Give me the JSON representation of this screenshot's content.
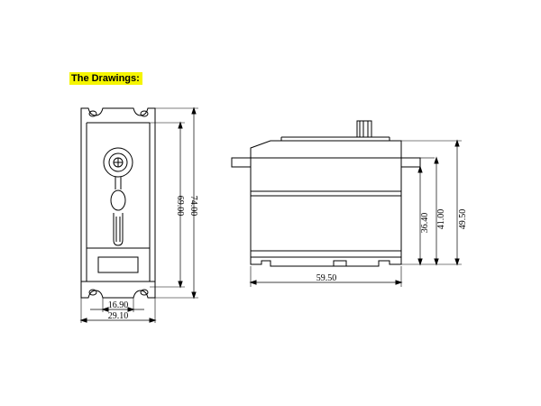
{
  "heading": {
    "text": "The Drawings:",
    "highlight": "#f5f500"
  },
  "line_color": "#000000",
  "front_view": {
    "height_inner": "69.00",
    "height_outer": "74.00",
    "width_inner": "16.90",
    "width_outer": "29.10"
  },
  "side_view": {
    "length": "59.50",
    "height_1": "36.40",
    "height_2": "41.00",
    "height_3": "49.50"
  }
}
